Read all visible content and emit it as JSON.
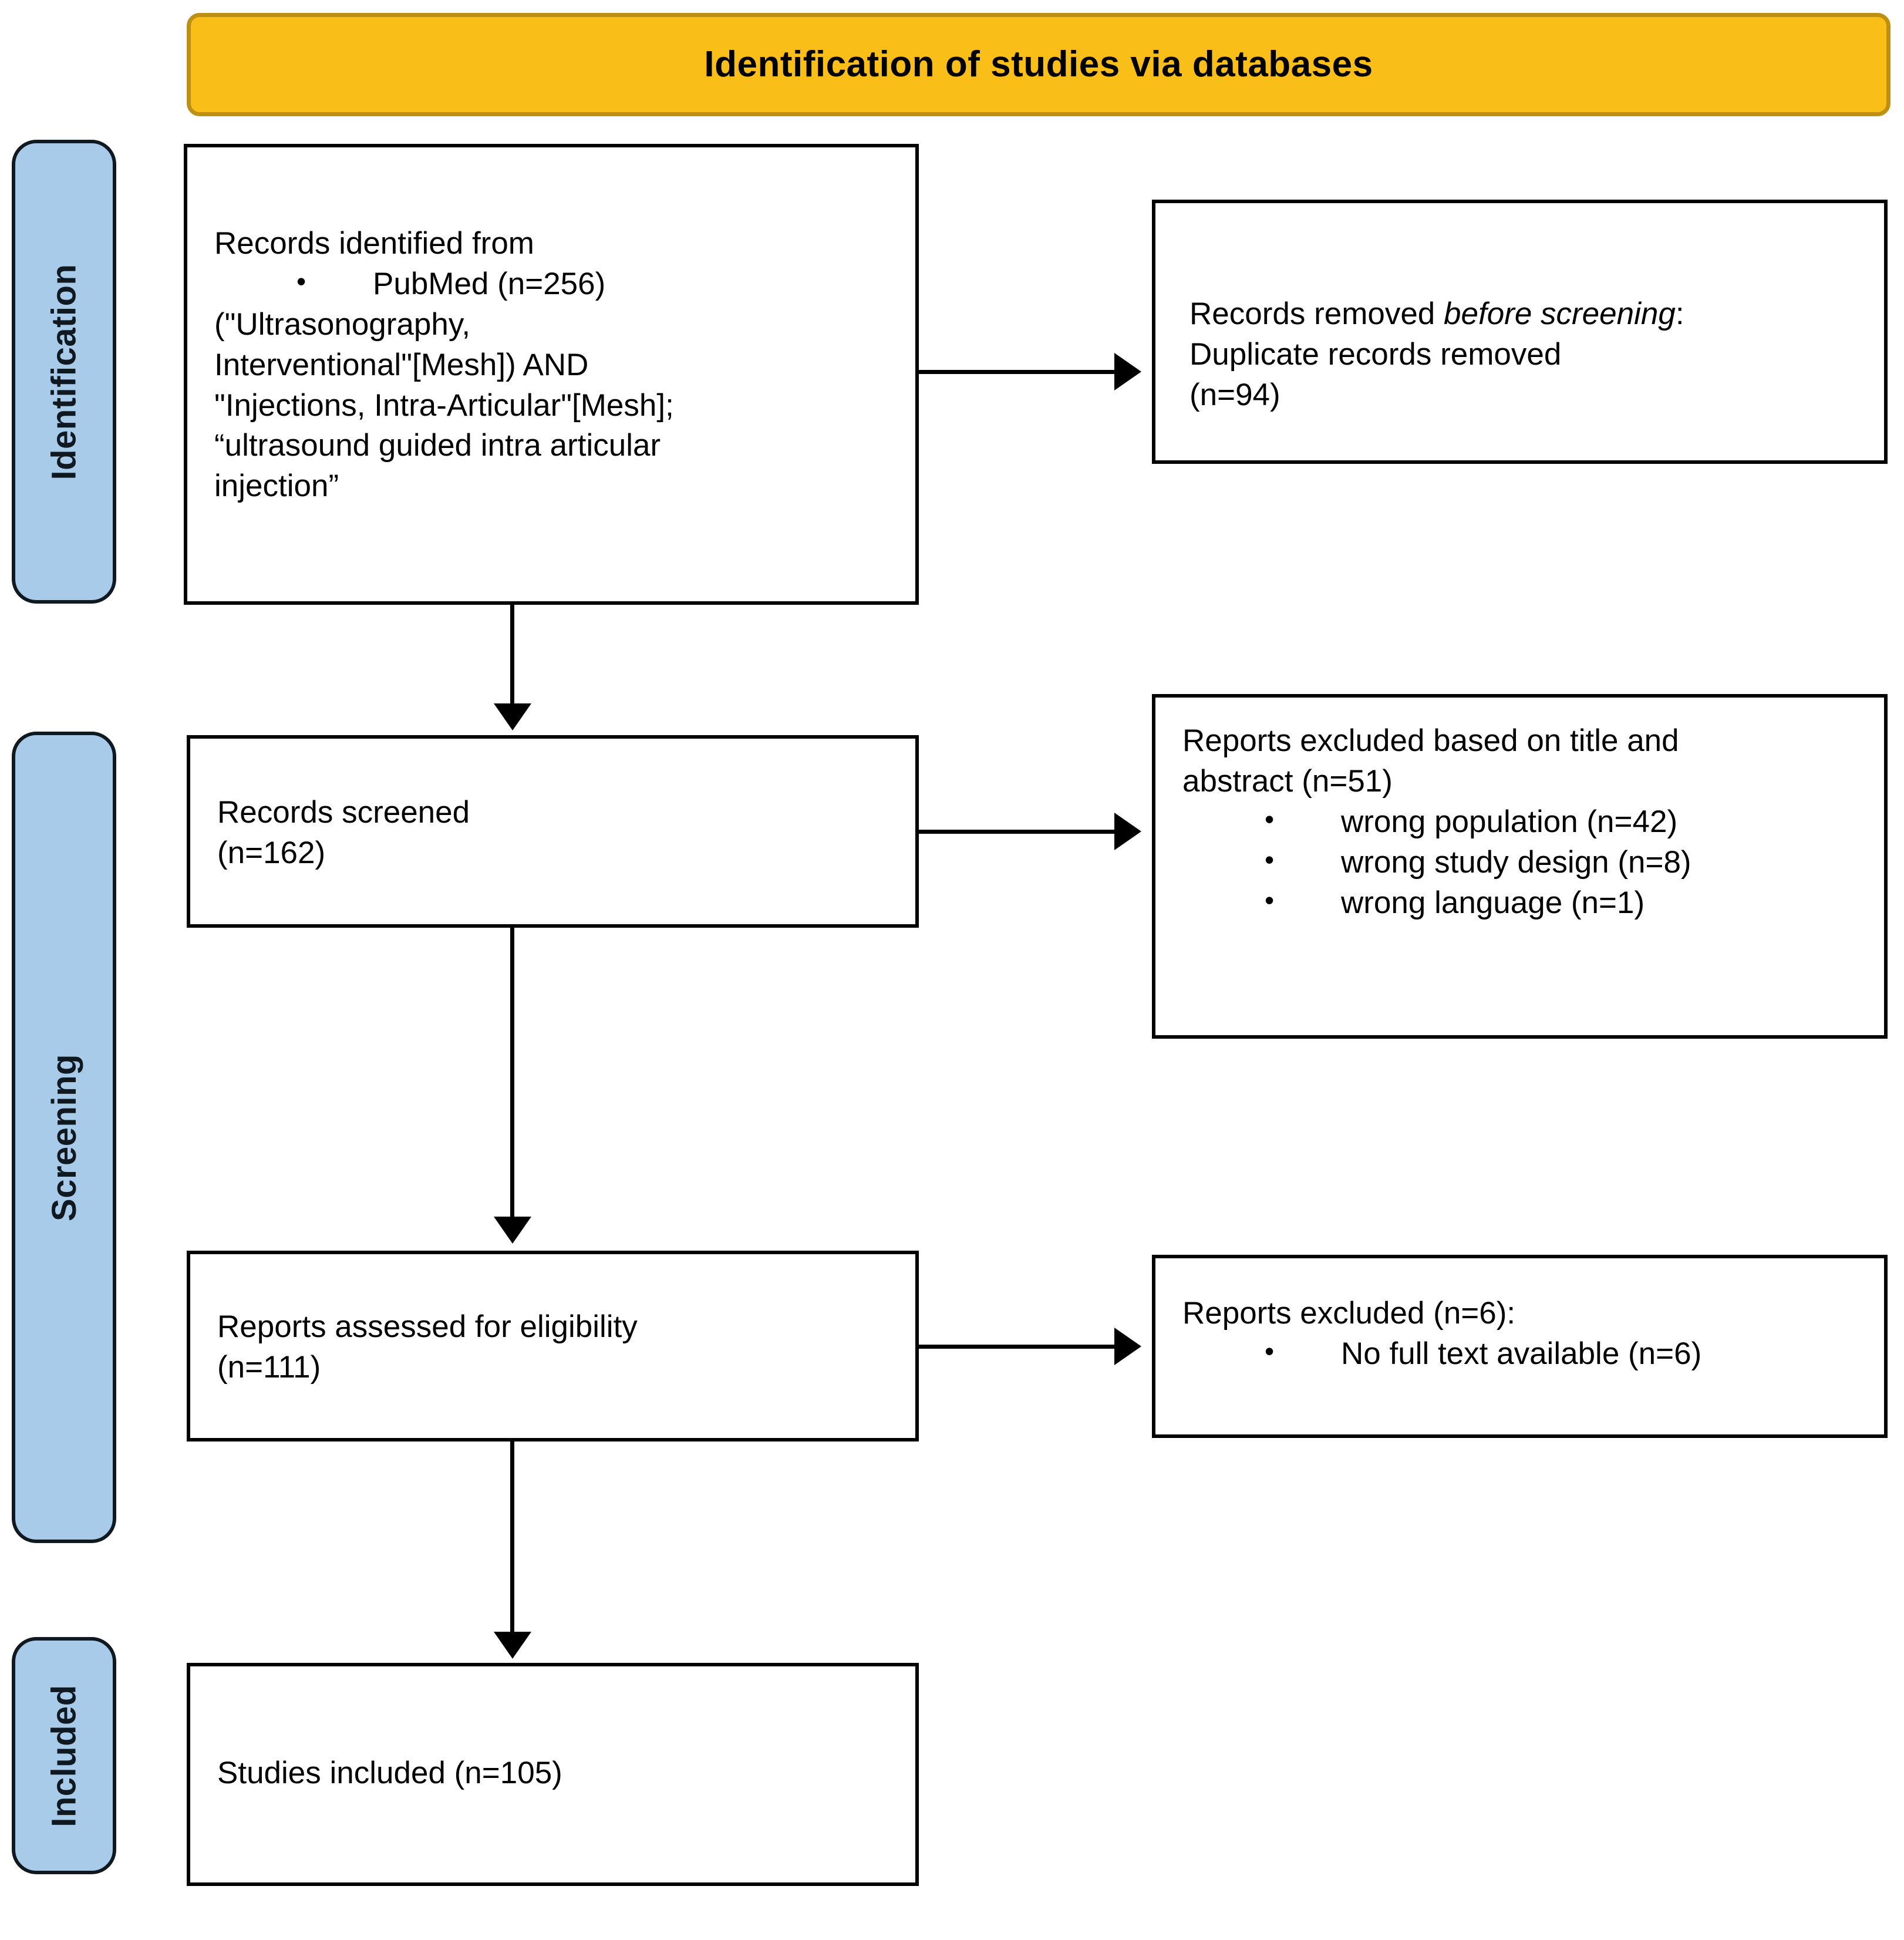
{
  "header": {
    "title": "Identification of studies via databases"
  },
  "colors": {
    "header_background": "#F9BE18",
    "header_border": "#BD9013",
    "stage_bar_background": "#A8CBEA",
    "stage_bar_border": "#101820",
    "box_border": "#000000",
    "box_background": "#FFFFFF",
    "text": "#000000"
  },
  "stages": [
    {
      "id": "identification",
      "label": "Identification"
    },
    {
      "id": "screening",
      "label": "Screening"
    },
    {
      "id": "included",
      "label": "Included"
    }
  ],
  "boxes": {
    "identified": {
      "line1": "Records identified from",
      "bullet1": "PubMed (n=256)",
      "line2": "(\"Ultrasonography,",
      "line3": "Interventional\"[Mesh]) AND",
      "line4": "\"Injections, Intra-Articular\"[Mesh];",
      "line5": "“ultrasound guided intra articular",
      "line6": "injection”"
    },
    "removed": {
      "line1_prefix": "Records removed ",
      "line1_italic": "before screening",
      "line1_suffix": ":",
      "line2": "Duplicate records removed",
      "line3": "(n=94)"
    },
    "screened": {
      "line1": "Records screened",
      "line2": "(n=162)"
    },
    "excluded_title_abstract": {
      "line1": "Reports excluded based on title and",
      "line2": "abstract (n=51)",
      "bullets": [
        "wrong population (n=42)",
        "wrong study design (n=8)",
        "wrong language (n=1)"
      ]
    },
    "eligibility": {
      "line1": "Reports assessed for eligibility",
      "line2": "(n=111)"
    },
    "excluded_fulltext": {
      "line1": "Reports excluded (n=6):",
      "bullets": [
        "No full text available (n=6)"
      ]
    },
    "included": {
      "line1": "Studies included (n=105)"
    }
  },
  "chart_data": {
    "type": "diagram",
    "title": "Identification of studies via databases",
    "nodes": [
      {
        "id": "identified",
        "stage": "Identification",
        "label": "Records identified from PubMed",
        "n": 256
      },
      {
        "id": "removed",
        "stage": "Identification",
        "label": "Duplicate records removed before screening",
        "n": 94
      },
      {
        "id": "screened",
        "stage": "Screening",
        "label": "Records screened",
        "n": 162
      },
      {
        "id": "excluded_title_abstract",
        "stage": "Screening",
        "label": "Reports excluded based on title and abstract",
        "n": 51
      },
      {
        "id": "eligibility",
        "stage": "Screening",
        "label": "Reports assessed for eligibility",
        "n": 111
      },
      {
        "id": "excluded_fulltext",
        "stage": "Screening",
        "label": "Reports excluded - no full text available",
        "n": 6
      },
      {
        "id": "included",
        "stage": "Included",
        "label": "Studies included",
        "n": 105
      }
    ],
    "exclusion_reasons": [
      {
        "reason": "wrong population",
        "n": 42
      },
      {
        "reason": "wrong study design",
        "n": 8
      },
      {
        "reason": "wrong language",
        "n": 1
      },
      {
        "reason": "No full text available",
        "n": 6
      }
    ],
    "edges": [
      {
        "from": "identified",
        "to": "screened"
      },
      {
        "from": "identified",
        "to": "removed"
      },
      {
        "from": "screened",
        "to": "eligibility"
      },
      {
        "from": "screened",
        "to": "excluded_title_abstract"
      },
      {
        "from": "eligibility",
        "to": "included"
      },
      {
        "from": "eligibility",
        "to": "excluded_fulltext"
      }
    ]
  }
}
